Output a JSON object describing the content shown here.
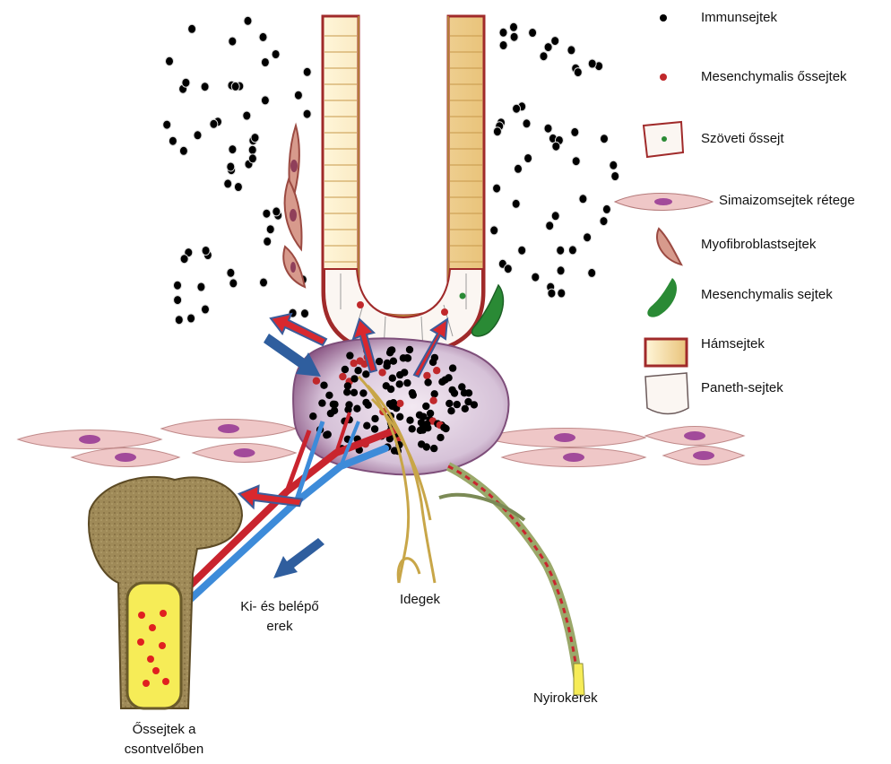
{
  "legend": [
    {
      "key": "immune",
      "label": "Immunsejtek",
      "icon": "black-dot-icon"
    },
    {
      "key": "msc",
      "label": "Mesenchymalis őssejtek",
      "icon": "red-dot-icon"
    },
    {
      "key": "tissue_stem",
      "label": "Szöveti őssejt",
      "icon": "tissue-stem-cell-icon"
    },
    {
      "key": "smooth_muscle",
      "label": "Simaizomsejtek rétege",
      "icon": "smooth-muscle-cell-icon"
    },
    {
      "key": "myofibroblast",
      "label": "Myofibroblastsejtek",
      "icon": "myofibroblast-icon"
    },
    {
      "key": "mesenchymal",
      "label": "Mesenchymalis sejtek",
      "icon": "mesenchymal-cell-icon"
    },
    {
      "key": "epithelial",
      "label": "Hámsejtek",
      "icon": "epithelial-cell-icon"
    },
    {
      "key": "paneth",
      "label": "Paneth-sejtek",
      "icon": "paneth-cell-icon"
    }
  ],
  "labels": {
    "vessels_line1": "Ki- és belépő",
    "vessels_line2": "erek",
    "nerves": "Idegek",
    "lymph": "Nyirokerek",
    "bone_line1": "Őssejtek a",
    "bone_line2": "csontvelőben"
  },
  "colors": {
    "immune_cell": "#000000",
    "stem_cell": "#c0282b",
    "arrow_red": "#d9282e",
    "arrow_blue": "#2f5e9e",
    "epithelium": "#f3dc9e",
    "smooth_muscle": "#efc7c7",
    "nucleus": "#a24a9a",
    "mesenchymal": "#2a8a35",
    "bone": "#9a8455",
    "marrow": "#f6ec57",
    "nerve": "#c8a648",
    "lymph": "#9aa86a",
    "vessel_red": "#c9242e",
    "vessel_blue": "#3d8bd9"
  }
}
